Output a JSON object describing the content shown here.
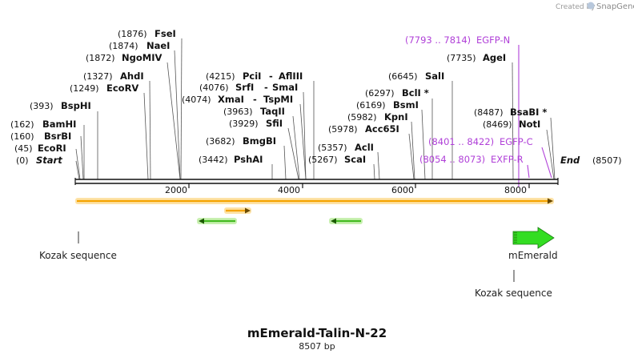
{
  "credit": {
    "text": "Created by",
    "brand": "SnapGene"
  },
  "title": "mEmerald-Talin-N-22",
  "length_label": "8507 bp",
  "axis_ticks": [
    "2000",
    "4000",
    "6000",
    "8000"
  ],
  "ends": {
    "start": {
      "pos": "(0)",
      "name": "Start"
    },
    "end": {
      "name": "End",
      "pos": "(8507)"
    }
  },
  "sites": [
    {
      "pos": "(45)",
      "name": "EcoRI"
    },
    {
      "pos": "(160)",
      "name": "BsrBI"
    },
    {
      "pos": "(162)",
      "name": "BamHI"
    },
    {
      "pos": "(393)",
      "name": "BspHI"
    },
    {
      "pos": "(1249)",
      "name": "EcoRV"
    },
    {
      "pos": "(1327)",
      "name": "AhdI"
    },
    {
      "pos": "(1872)",
      "name": "NgoMIV"
    },
    {
      "pos": "(1874)",
      "name": "NaeI"
    },
    {
      "pos": "(1876)",
      "name": "FseI"
    },
    {
      "pos": "(3442)",
      "name": "PshAI"
    },
    {
      "pos": "(3682)",
      "name": "BmgBI"
    },
    {
      "pos": "(3929)",
      "name": "SfiI"
    },
    {
      "pos": "(3963)",
      "name": "TaqII"
    },
    {
      "pos": "(4074)",
      "name": "XmaI",
      "name2": "TspMI"
    },
    {
      "pos": "(4076)",
      "name": "SrfI",
      "name2": "SmaI"
    },
    {
      "pos": "(4215)",
      "name": "PciI",
      "name2": "AflIII"
    },
    {
      "pos": "(5267)",
      "name": "ScaI"
    },
    {
      "pos": "(5357)",
      "name": "AclI"
    },
    {
      "pos": "(5978)",
      "name": "Acc65I"
    },
    {
      "pos": "(5982)",
      "name": "KpnI"
    },
    {
      "pos": "(6169)",
      "name": "BsmI"
    },
    {
      "pos": "(6297)",
      "name": "BclI *"
    },
    {
      "pos": "(6645)",
      "name": "SalI"
    },
    {
      "pos": "(7735)",
      "name": "AgeI"
    },
    {
      "pos": "(8469)",
      "name": "NotI"
    },
    {
      "pos": "(8487)",
      "name": "BsaBI *"
    }
  ],
  "primers": [
    {
      "pos": "(7793 .. 7814)",
      "name": "EGFP-N"
    },
    {
      "pos": "(8401 .. 8422)",
      "name": "EGFP-C"
    },
    {
      "pos": "(8054 .. 8073)",
      "name": "EXFP-R"
    }
  ],
  "features": [
    {
      "name": "Kozak sequence"
    },
    {
      "name": "mEmerald"
    },
    {
      "name": "Kozak sequence"
    }
  ],
  "colors": {
    "backbone": "#111111",
    "orf_fill": "#f5a300",
    "orf_glow": "#fde2a6",
    "green_arrow": "#33dd22",
    "primer": "#b040d8"
  }
}
